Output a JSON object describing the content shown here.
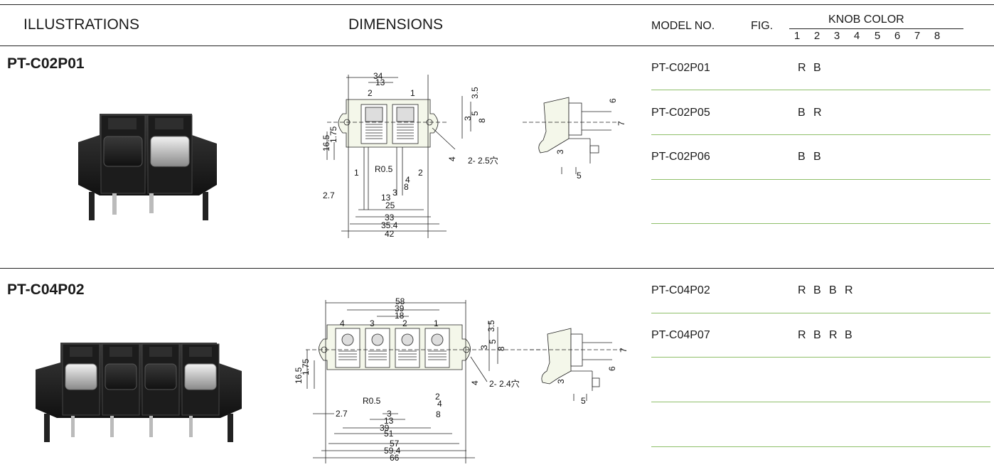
{
  "header": {
    "illustrations": "ILLUSTRATIONS",
    "dimensions": "DIMENSIONS",
    "model_no": "MODEL NO.",
    "fig": "FIG.",
    "knob_color": "KNOB COLOR",
    "knob_numbers": [
      "1",
      "2",
      "3",
      "4",
      "5",
      "6",
      "7",
      "8"
    ]
  },
  "products": [
    {
      "title": "PT-C02P01",
      "front_dims": {
        "w34": "34",
        "w13": "13",
        "t2": "2",
        "t1": "1",
        "d35": "3.5",
        "d3": "3",
        "d5": "5",
        "d8": "8",
        "h165": "16.5",
        "h175": "1.75",
        "hole": "2-   2.5穴",
        "d4": "4",
        "b1": "1",
        "r05": "R0.5",
        "b2": "2",
        "b4": "4",
        "b8": "8",
        "b3": "3",
        "b13": "13",
        "b25": "25",
        "b27": "2.7",
        "b33": "33",
        "b354": "35.4",
        "b42": "42"
      },
      "side_dims": {
        "s6": "6",
        "s7": "7",
        "s3": "3",
        "s5": "5"
      },
      "models": [
        {
          "model": "PT-C02P01",
          "knobs": [
            "R",
            "B"
          ]
        },
        {
          "model": "PT-C02P05",
          "knobs": [
            "B",
            "R"
          ]
        },
        {
          "model": "PT-C02P06",
          "knobs": [
            "B",
            "B"
          ]
        }
      ]
    },
    {
      "title": "PT-C04P02",
      "front_dims": {
        "w58": "58",
        "w39": "39",
        "w18": "18",
        "t4": "4",
        "t3": "3",
        "t2": "2",
        "t1": "1",
        "d35": "3.5",
        "d3": "3",
        "d5": "5",
        "d8": "8",
        "h165": "16.5",
        "h175": "1.75",
        "hole": "2-   2.4穴",
        "d4": "4",
        "r05": "R0.5",
        "b2": "2",
        "b4": "4",
        "b8": "8",
        "b3": "3",
        "b13": "13",
        "b27": "2.7",
        "b39": "39",
        "b51": "51",
        "b57": "57",
        "b594": "59.4",
        "b66": "66"
      },
      "side_dims": {
        "s7": "7",
        "s6": "6",
        "s3": "3",
        "s5": "5"
      },
      "models": [
        {
          "model": "PT-C04P02",
          "knobs": [
            "R",
            "B",
            "B",
            "R"
          ]
        },
        {
          "model": "PT-C04P07",
          "knobs": [
            "R",
            "B",
            "R",
            "B"
          ]
        }
      ]
    }
  ],
  "colors": {
    "row_line": "#8fbf6a",
    "rule": "#222222",
    "body": "#1f1f1f"
  }
}
